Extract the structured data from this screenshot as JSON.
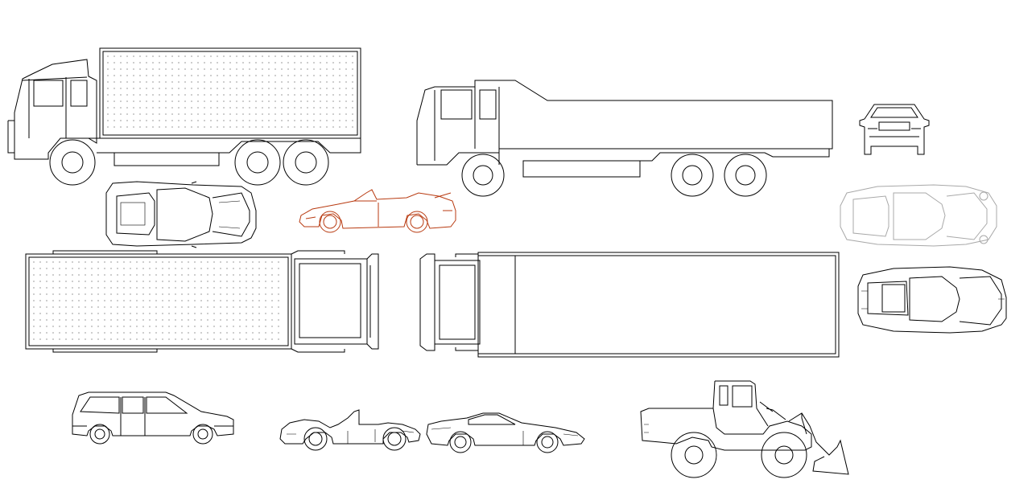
{
  "drawing": {
    "background": "#ffffff",
    "line_color": "#000000",
    "accent_color": "#b83a10",
    "muted_color": "#a8a8a8",
    "blocks": [
      {
        "id": "box-truck-side",
        "icon": "box-truck-icon",
        "view": "side"
      },
      {
        "id": "dump-truck-side",
        "icon": "dump-truck-icon",
        "view": "side"
      },
      {
        "id": "sedan-front",
        "icon": "sedan-front-icon",
        "view": "front"
      },
      {
        "id": "sports-car-top",
        "icon": "sports-car-top-icon",
        "view": "top"
      },
      {
        "id": "convertible-side",
        "icon": "convertible-icon",
        "view": "side"
      },
      {
        "id": "coupe-top-grey",
        "icon": "coupe-top-icon",
        "view": "top"
      },
      {
        "id": "box-truck-top",
        "icon": "box-truck-top-icon",
        "view": "top"
      },
      {
        "id": "trailer-truck-top",
        "icon": "trailer-truck-top-icon",
        "view": "top"
      },
      {
        "id": "coupe-top",
        "icon": "coupe-top-icon",
        "view": "top"
      },
      {
        "id": "station-wagon-side",
        "icon": "station-wagon-icon",
        "view": "side"
      },
      {
        "id": "roadster-side",
        "icon": "roadster-icon",
        "view": "side"
      },
      {
        "id": "sports-coupe-side",
        "icon": "sports-coupe-icon",
        "view": "side"
      },
      {
        "id": "wheel-loader-side",
        "icon": "wheel-loader-icon",
        "view": "side"
      }
    ]
  }
}
